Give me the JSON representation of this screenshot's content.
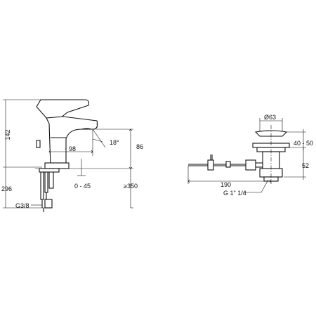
{
  "faucet": {
    "height_total": "142",
    "height_overall": "296",
    "thread": "G3/8",
    "reach": "98",
    "angle": "18°",
    "spout_height": "86",
    "deck_thickness": "0 - 45",
    "clearance": "≥350"
  },
  "drain": {
    "diameter": "Ø63",
    "height_range": "40 - 50",
    "length": "190",
    "thread": "G 1\" 1/4",
    "depth": "52"
  }
}
